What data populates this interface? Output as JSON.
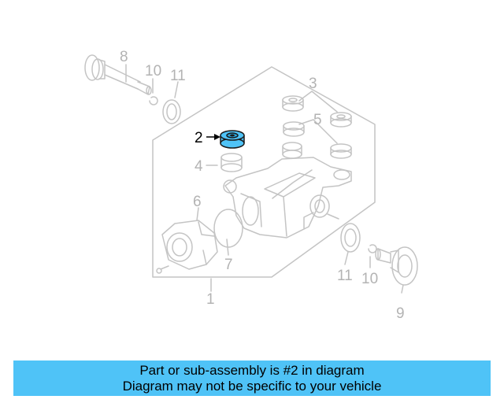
{
  "colors": {
    "line": "#c4c4c4",
    "highlight_fill": "#4fc3f7",
    "banner": "#4fc3f7",
    "label_gray": "#b3b3b3",
    "label_highlight": "#000000"
  },
  "diagram": {
    "callouts": [
      "8",
      "10",
      "11",
      "3",
      "5",
      "2",
      "4",
      "6",
      "7",
      "1",
      "11",
      "10",
      "9"
    ],
    "highlighted_part": "2"
  },
  "banner": {
    "line1": "Part or sub-assembly is #2 in diagram",
    "line2": "Diagram may not be specific to your vehicle"
  }
}
